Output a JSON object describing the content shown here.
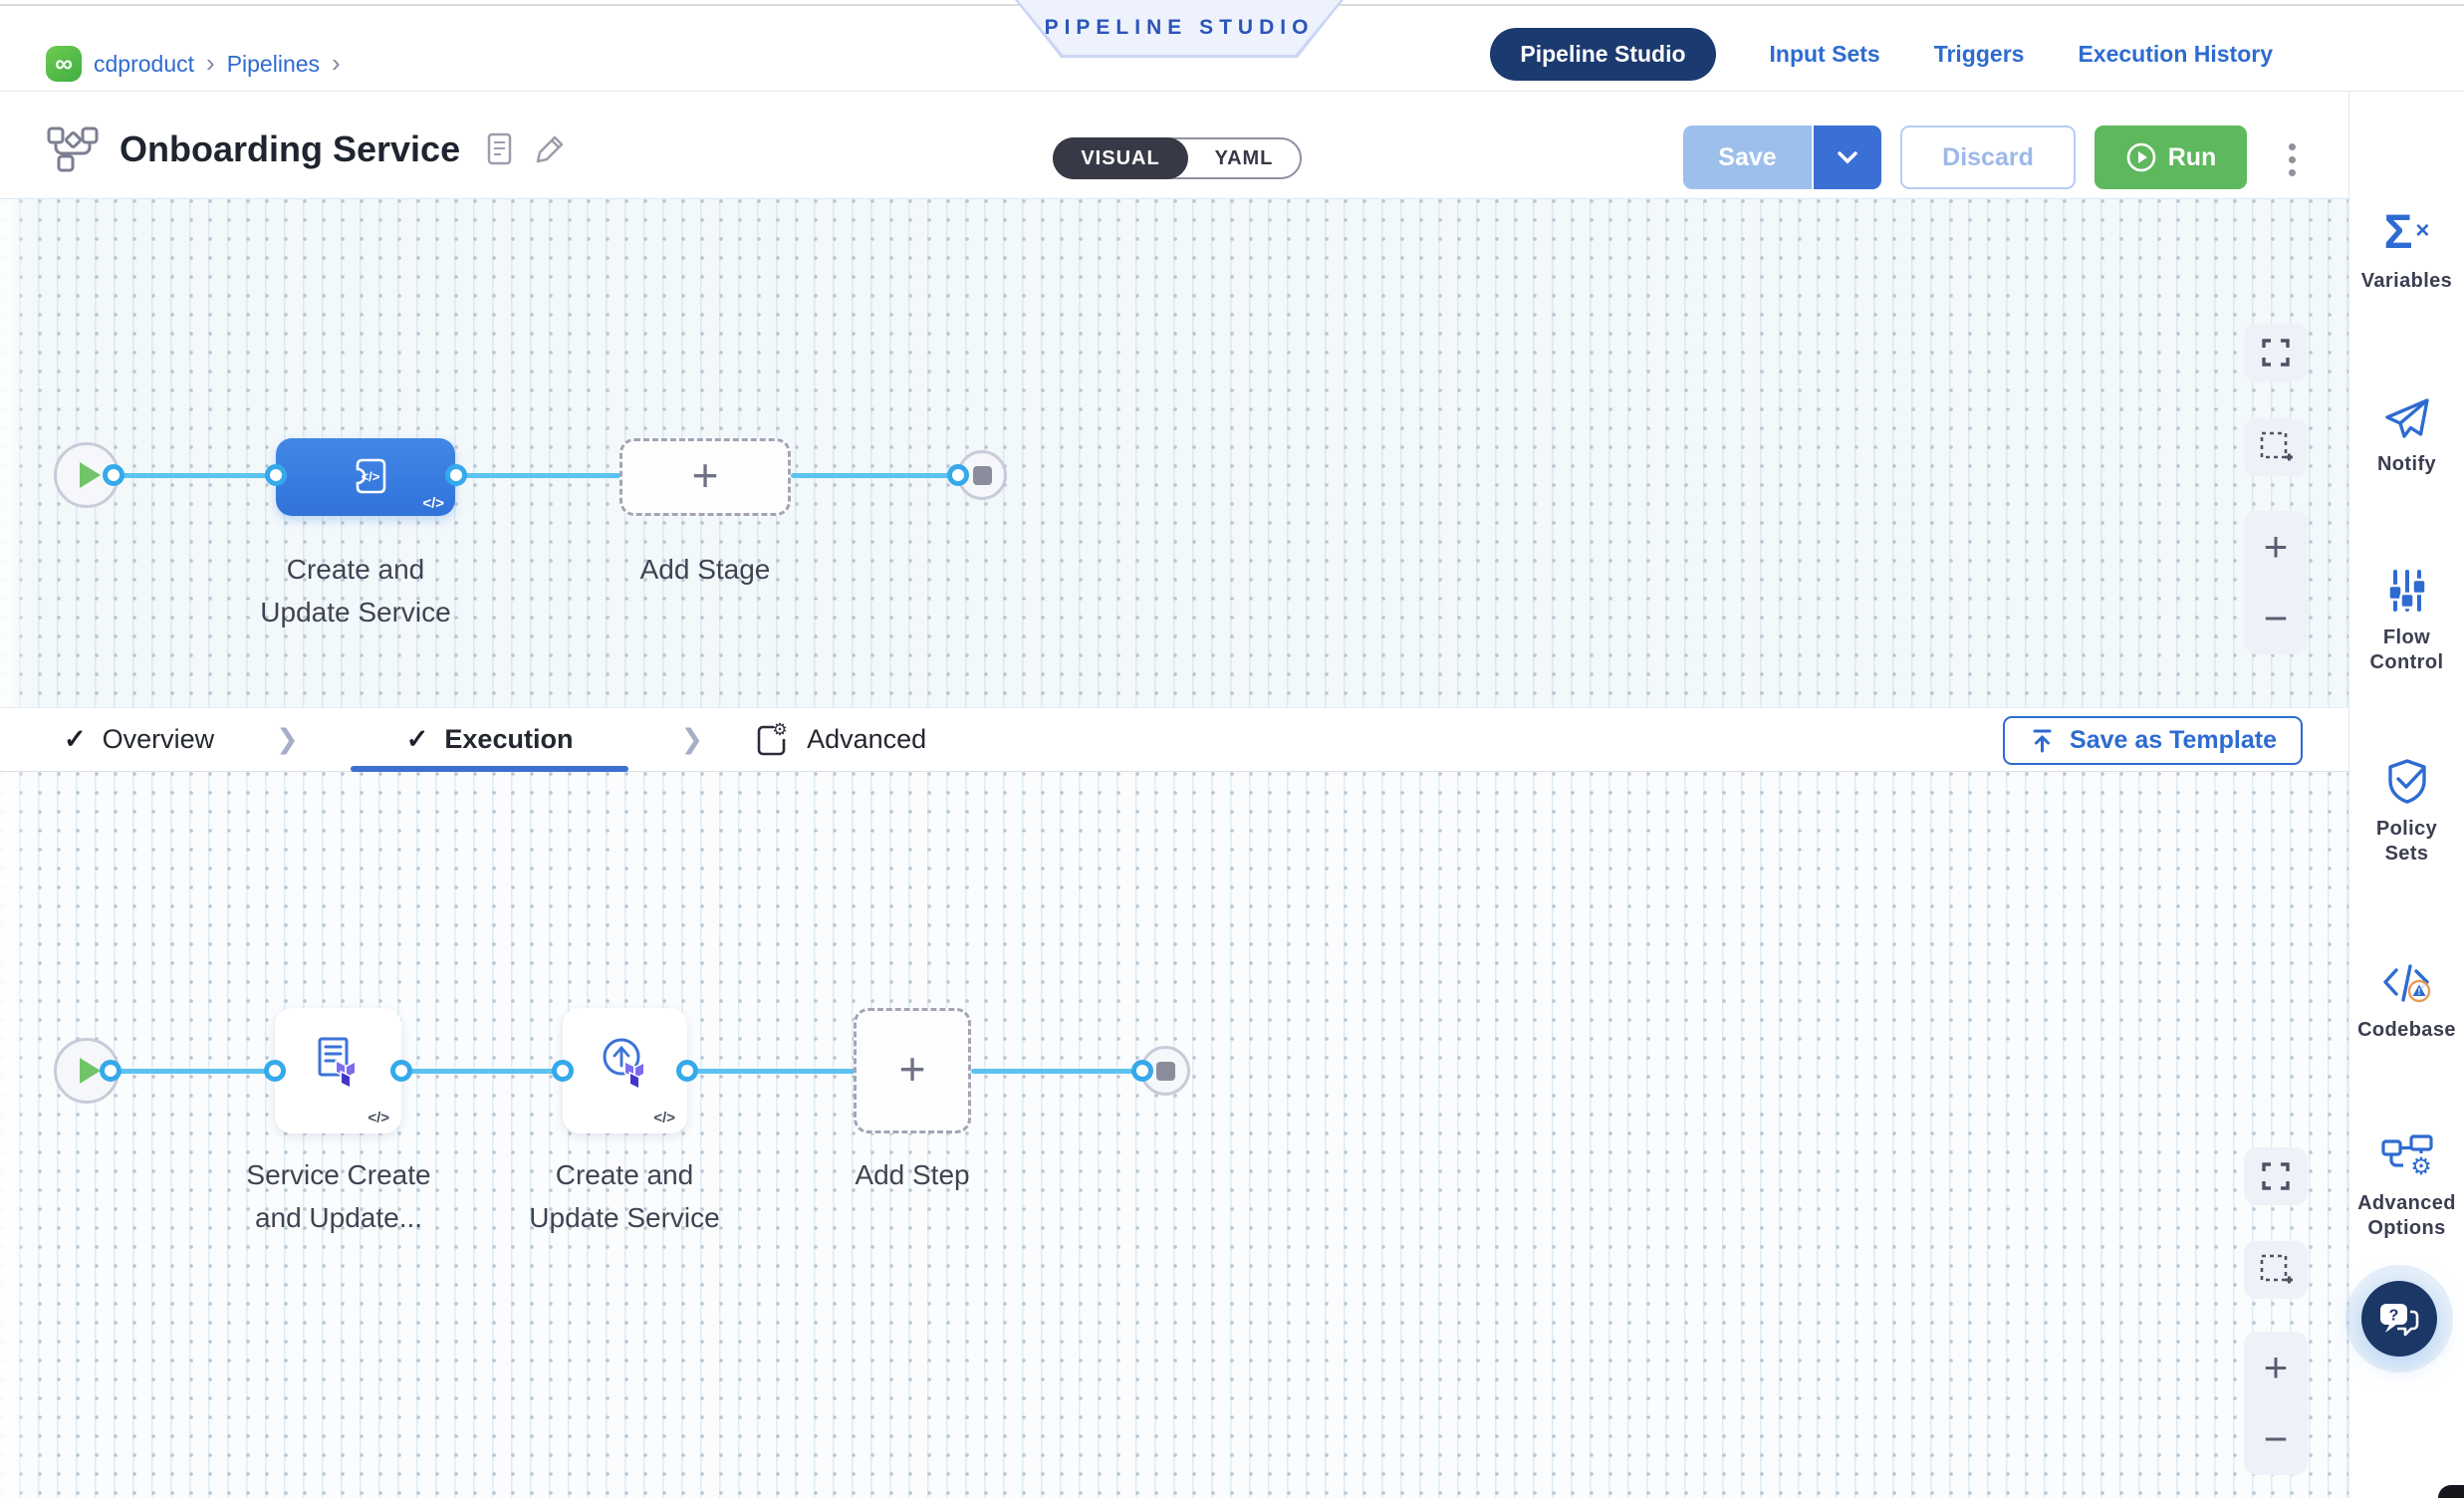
{
  "header": {
    "breadcrumb": {
      "items": [
        "cdproduct",
        "Pipelines"
      ]
    },
    "ribbon": "PIPELINE STUDIO",
    "nav": [
      {
        "label": "Pipeline Studio",
        "active": true
      },
      {
        "label": "Input Sets",
        "active": false
      },
      {
        "label": "Triggers",
        "active": false
      },
      {
        "label": "Execution History",
        "active": false
      }
    ]
  },
  "toolbar": {
    "title": "Onboarding Service",
    "toggle": {
      "visual": "VISUAL",
      "yaml": "YAML",
      "selected": "VISUAL"
    },
    "save": "Save",
    "discard": "Discard",
    "run": "Run"
  },
  "stage_canvas": {
    "stage": {
      "line1": "Create and",
      "line2": "Update Service"
    },
    "add_stage": "Add Stage"
  },
  "tab_bar": {
    "tabs": [
      {
        "label": "Overview",
        "checked": true,
        "active": false
      },
      {
        "label": "Execution",
        "checked": true,
        "active": true
      },
      {
        "label": "Advanced",
        "checked": false,
        "active": false
      }
    ],
    "save_as_template": "Save as Template"
  },
  "step_canvas": {
    "steps": [
      {
        "line1": "Service Create",
        "line2": "and Update..."
      },
      {
        "line1": "Create and",
        "line2": "Update Service"
      }
    ],
    "add_step": "Add Step"
  },
  "sidebar": {
    "items": [
      {
        "line1": "Variables",
        "line2": ""
      },
      {
        "line1": "Notify",
        "line2": ""
      },
      {
        "line1": "Flow",
        "line2": "Control"
      },
      {
        "line1": "Policy",
        "line2": "Sets"
      },
      {
        "line1": "Codebase",
        "line2": ""
      },
      {
        "line1": "Advanced",
        "line2": "Options"
      }
    ]
  },
  "icons": {
    "infinity": "∞",
    "breadcrumb_sep": "›",
    "check": "✓",
    "chevron_sep": "❯",
    "code_badge": "</>",
    "sigma": "Σ",
    "variables_x": "×",
    "zoom_in": "+",
    "zoom_out": "−",
    "plus": "+",
    "gear": "⚙",
    "help": "?"
  },
  "colors": {
    "accent_blue": "#2e6bd1",
    "navy_pill": "#1b3a6f",
    "run_green": "#5eb85e",
    "connector_blue": "#5cc2ef",
    "stage_blue": "#3b7de0",
    "terraform_purple": "#5345d8",
    "warning_orange": "#e89a54"
  }
}
